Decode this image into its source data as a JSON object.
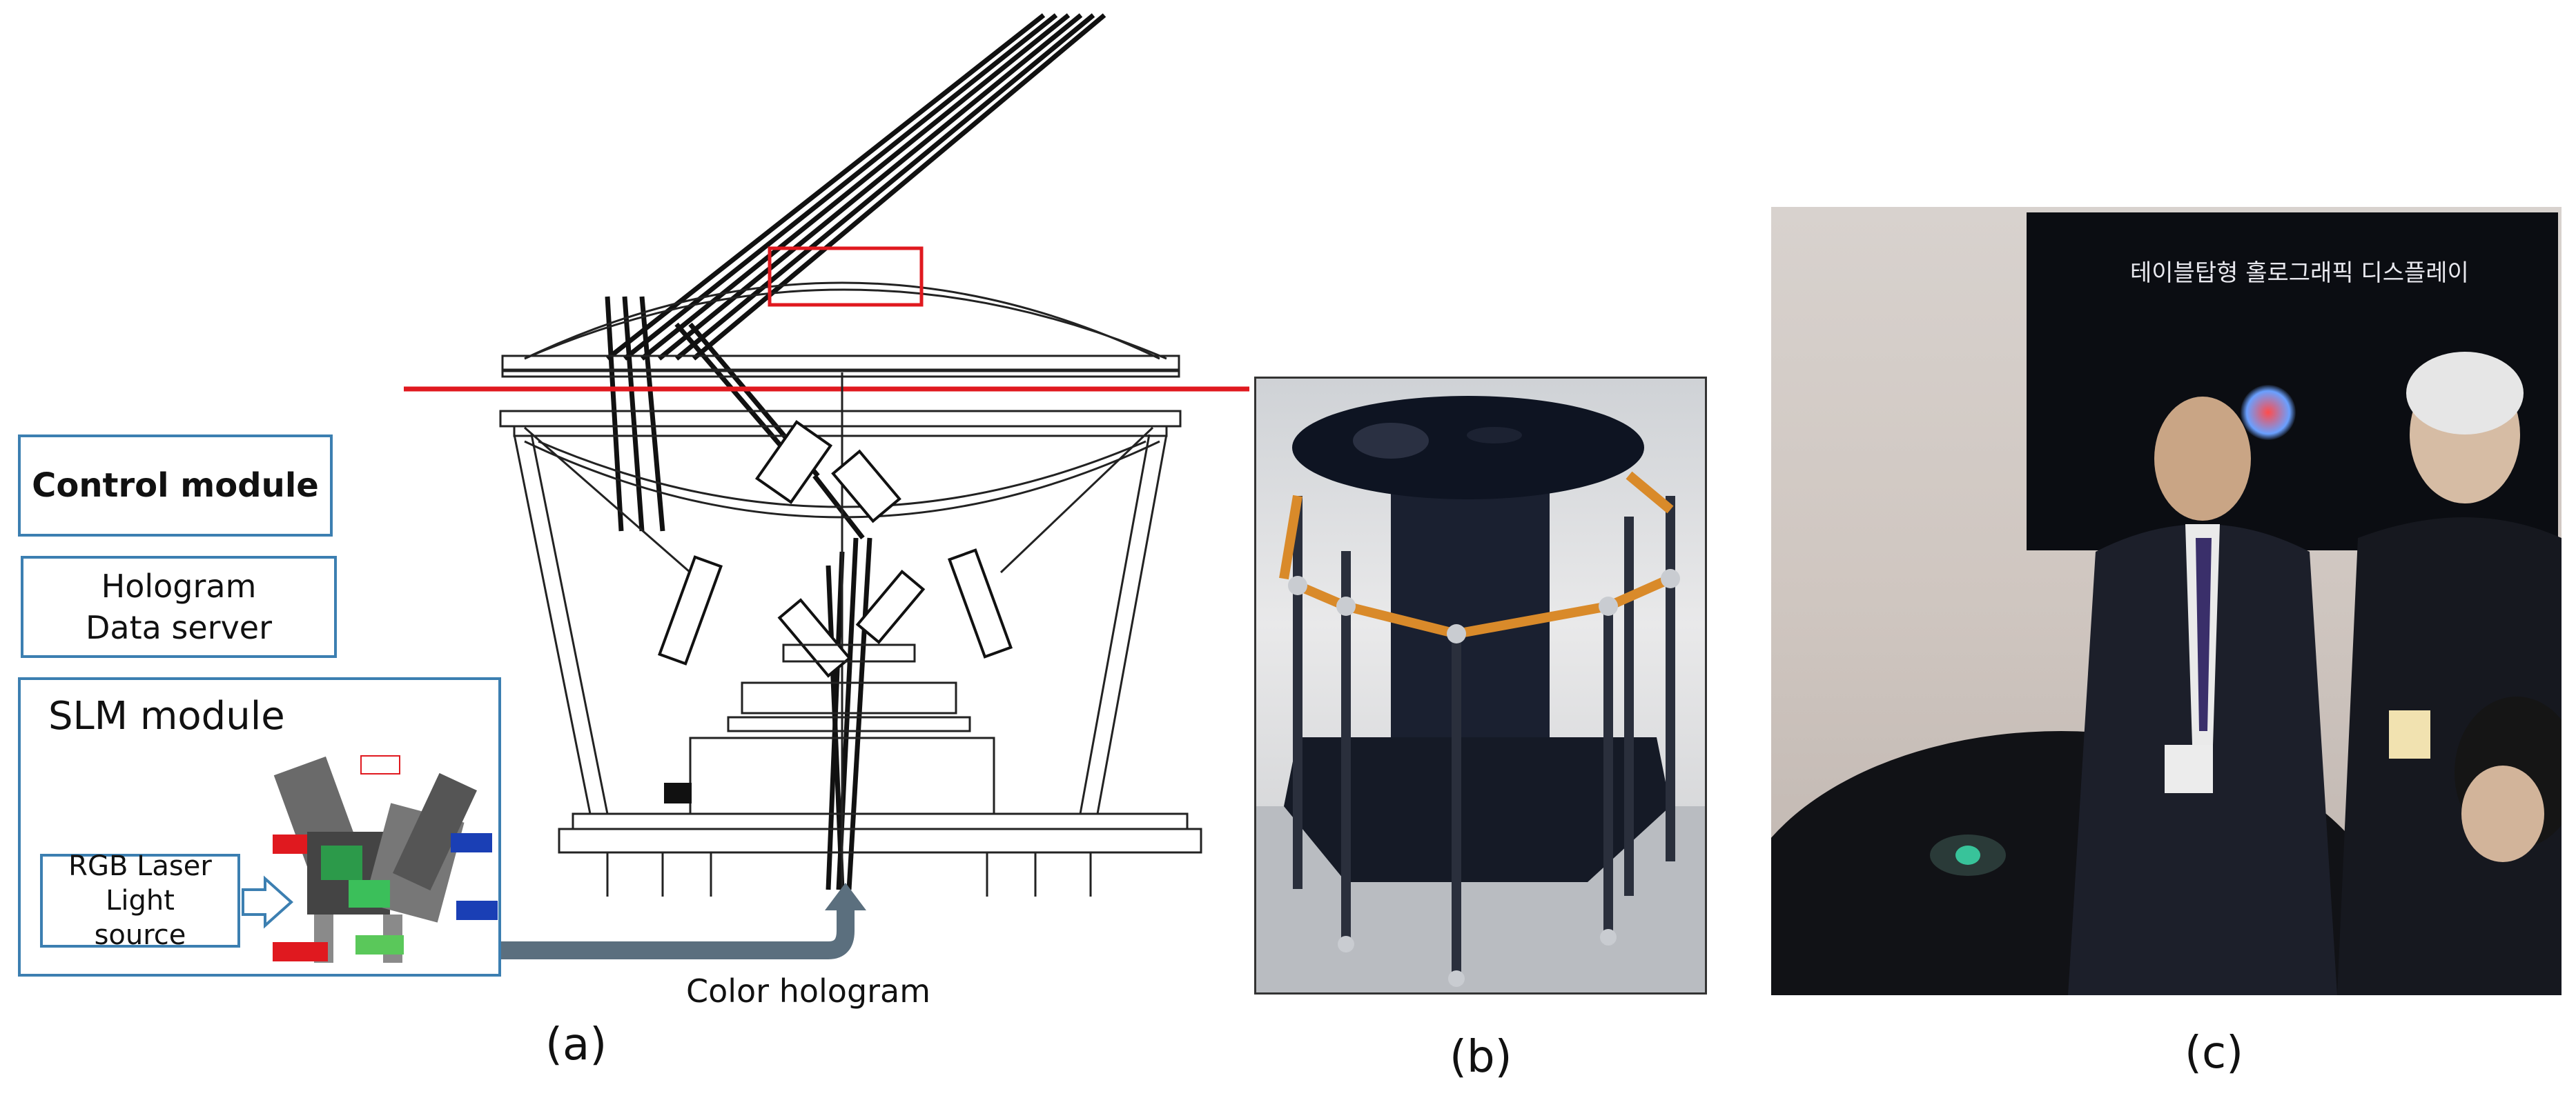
{
  "panel_a": {
    "control_module": "Control module",
    "hologram_line1": "Hologram",
    "hologram_line2": "Data server",
    "slm_module": "SLM module",
    "rgb_line1": "RGB Laser",
    "rgb_line2": "Light",
    "rgb_line3": "source",
    "color_hologram": "Color hologram",
    "caption": "(a)"
  },
  "panel_b": {
    "caption": "(b)"
  },
  "panel_c": {
    "caption": "(c)",
    "screen_title": "테이블탑형 홀로그래픽 디스플레이"
  },
  "colors": {
    "box_border": "#3c7fb1",
    "red_line": "#e0191f",
    "arrow": "#5b6f7e",
    "table_orange": "#d98a2a"
  }
}
